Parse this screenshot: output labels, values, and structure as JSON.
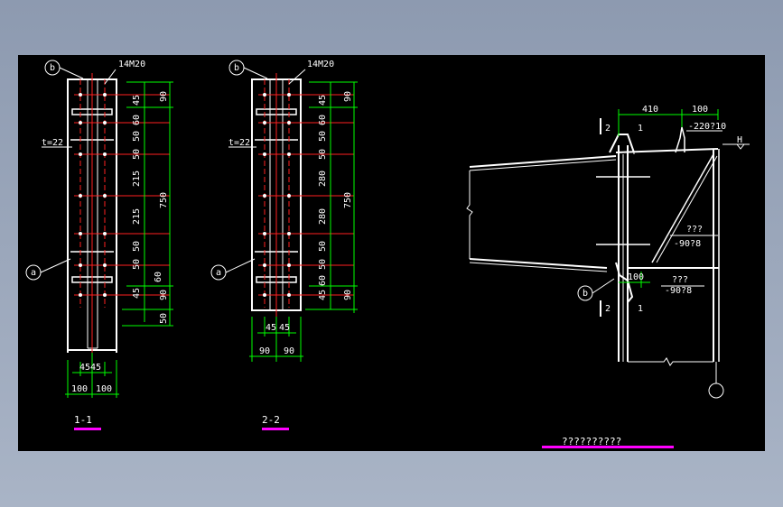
{
  "colors": {
    "background": "#000000",
    "dimension": "#00ff00",
    "centerline": "#ff2020",
    "steel": "#ffffff",
    "title_underline": "#ff00ff"
  },
  "section1": {
    "title": "1-1",
    "bolt_spec": "14M20",
    "tag_b": "b",
    "tag_a": "a",
    "plate_thk": "t=22",
    "dims_vertical": [
      "45",
      "60",
      "50",
      "50",
      "215",
      "215",
      "50",
      "50",
      "60",
      "45"
    ],
    "dims_outer": [
      "90",
      "750",
      "90",
      "50"
    ],
    "dims_bottom_inner": "4545",
    "dims_bottom_outer": [
      "100",
      "100"
    ]
  },
  "section2": {
    "title": "2-2",
    "bolt_spec": "14M20",
    "tag_b": "b",
    "tag_a": "a",
    "plate_thk": "t=22",
    "dims_vertical": [
      "45",
      "60",
      "50",
      "50",
      "280",
      "280",
      "50",
      "50",
      "60",
      "45"
    ],
    "dims_outer": [
      "90",
      "750",
      "90"
    ],
    "dims_bottom_inner": [
      "45",
      "45"
    ],
    "dims_bottom_outer": [
      "90",
      "90"
    ]
  },
  "section3": {
    "title": "??????????",
    "tag_b": "b",
    "dim_top": [
      "410",
      "100"
    ],
    "plate_note": "-220?10",
    "level_mark": "H",
    "cut_marks": [
      "2",
      "1",
      "2",
      "1"
    ],
    "note_upper": "???",
    "note_upper_val": "-90?8",
    "dim_mid": "100",
    "note_lower": "???",
    "note_lower_val": "-90?8"
  }
}
